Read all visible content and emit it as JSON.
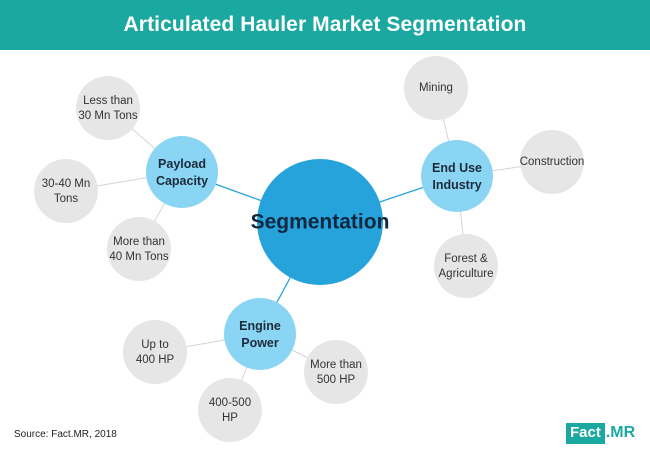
{
  "title": "Articulated Hauler Market Segmentation",
  "center": "Segmentation",
  "categories": {
    "payload": {
      "lines": [
        "Payload",
        "Capacity"
      ]
    },
    "enduse": {
      "lines": [
        "End Use",
        "Industry"
      ]
    },
    "engine": {
      "lines": [
        "Engine",
        "Power"
      ]
    }
  },
  "segments": {
    "payload_lt30": {
      "lines": [
        "Less than",
        "30 Mn Tons"
      ]
    },
    "payload_30_40": {
      "lines": [
        "30-40 Mn",
        "Tons"
      ]
    },
    "payload_gt40": {
      "lines": [
        "More than",
        "40 Mn Tons"
      ]
    },
    "enduse_mining": {
      "lines": [
        "Mining"
      ]
    },
    "enduse_construction": {
      "lines": [
        "Construction"
      ]
    },
    "enduse_forest": {
      "lines": [
        "Forest &",
        "Agriculture"
      ]
    },
    "engine_upto400": {
      "lines": [
        "Up to",
        "400 HP"
      ]
    },
    "engine_400_500": {
      "lines": [
        "400-500",
        "HP"
      ]
    },
    "engine_gt500": {
      "lines": [
        "More than",
        "500 HP"
      ]
    }
  },
  "source": "Source: Fact.MR, 2018",
  "logo": {
    "part1": "Fact",
    "part2": ".MR"
  },
  "colors": {
    "header": "#1ba8a1",
    "center_fill": "#27a3dc",
    "category_fill": "#8ad5f4",
    "segment_fill": "#e6e6e6",
    "connector": "#27a3dc"
  }
}
